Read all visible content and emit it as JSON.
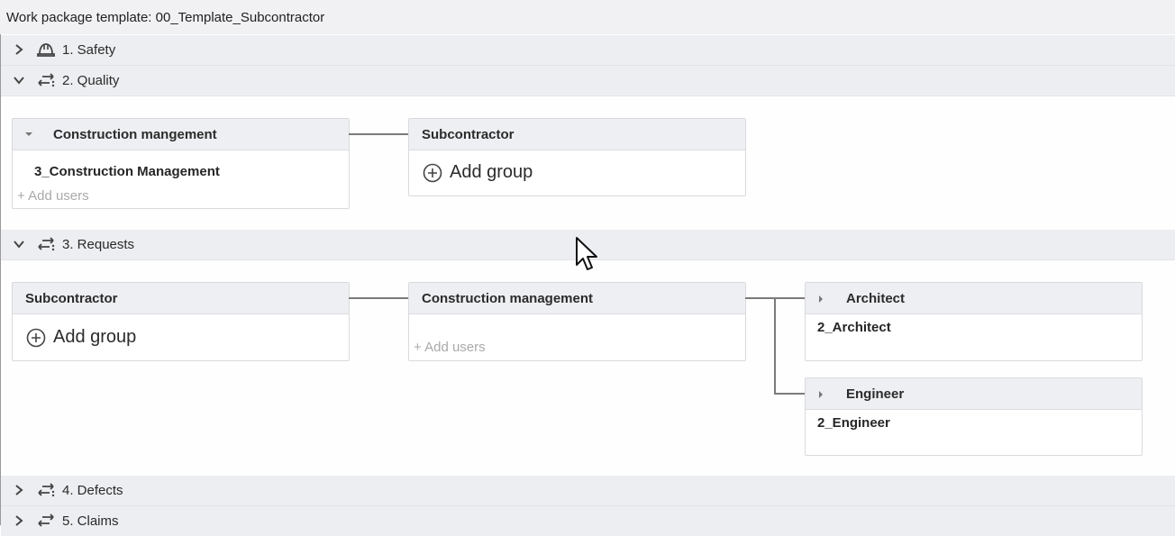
{
  "header": {
    "title": "Work package template: 00_Template_Subcontractor"
  },
  "sections": [
    {
      "label": "1. Safety",
      "icon": "hard-hat-icon",
      "expanded": false
    },
    {
      "label": "2. Quality",
      "icon": "workflow-arrows-icon",
      "expanded": true
    },
    {
      "label": "3. Requests",
      "icon": "workflow-arrows-icon",
      "expanded": true
    },
    {
      "label": "4. Defects",
      "icon": "workflow-arrows-icon",
      "expanded": false
    },
    {
      "label": "5. Claims",
      "icon": "workflow-arrows-icon",
      "expanded": false
    }
  ],
  "quality": {
    "card1": {
      "title": "Construction mangement",
      "group": "3_Construction Management",
      "add_users": "Add users"
    },
    "card2": {
      "title": "Subcontractor",
      "add_group": "Add group"
    }
  },
  "requests": {
    "card1": {
      "title": "Subcontractor",
      "add_group": "Add group"
    },
    "card2": {
      "title": "Construction management",
      "add_users": "Add users"
    },
    "card3": {
      "title": "Architect",
      "group": "2_Architect"
    },
    "card4": {
      "title": "Engineer",
      "group": "2_Engineer"
    }
  },
  "colors": {
    "section_bg": "#edeef1",
    "card_header_bg": "#eeeff2",
    "connector": "#7b7b7b"
  }
}
